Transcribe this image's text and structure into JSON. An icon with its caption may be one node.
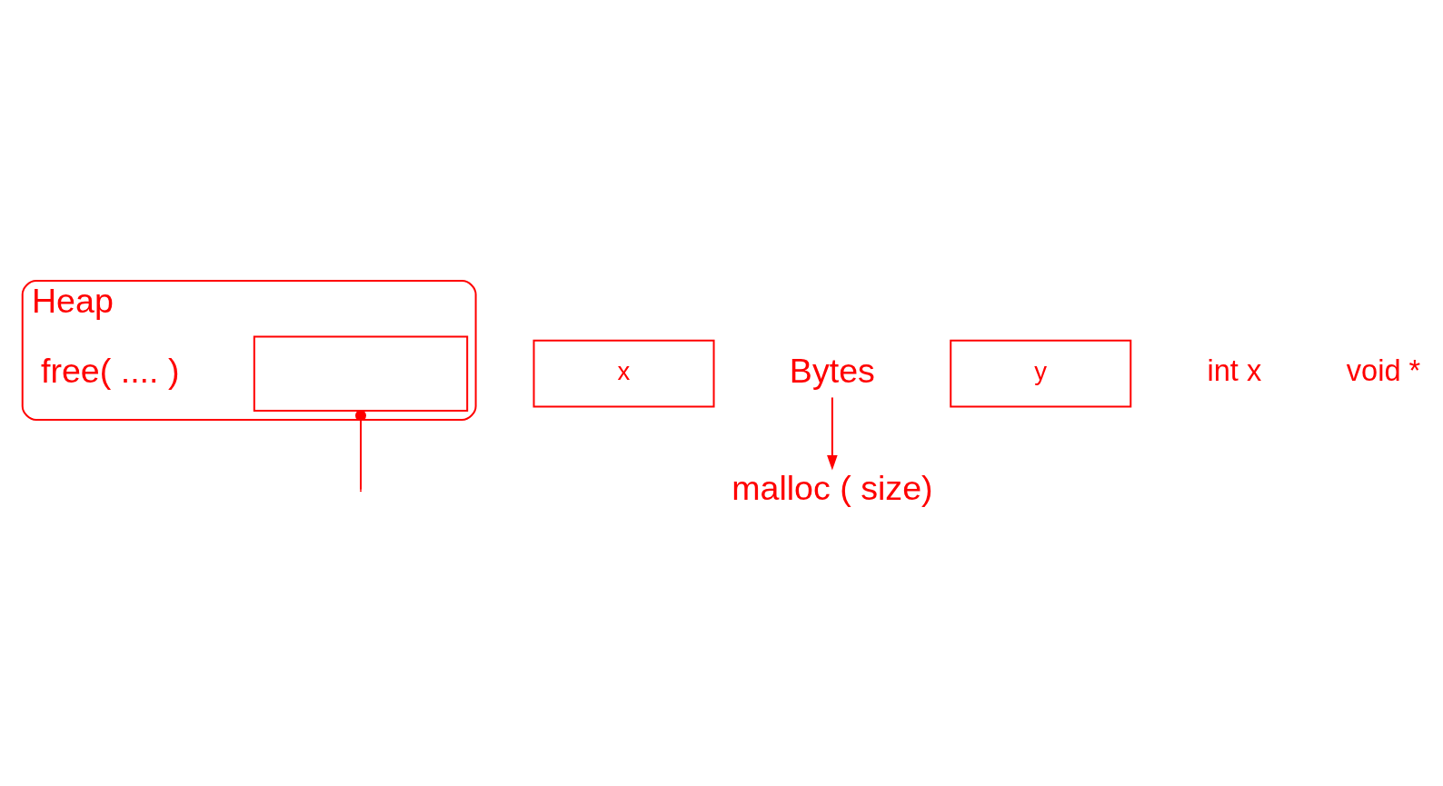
{
  "diagram": {
    "nodes": [
      {
        "text": [
          "Heap"
        ]
      },
      {
        "text": [],
        "shape": "box",
        "in": 0
      },
      {
        "text": [
          "x"
        ]
      },
      {
        "text": [
          "Bytes"
        ]
      },
      {
        "text": [
          "malloc ( size)"
        ]
      },
      {
        "text": [
          "y"
        ]
      }
    ],
    "edges": [
      {
        "from": 3,
        "to": 4,
        "arrow": "to"
      },
      {
        "from": 1,
        "to": null,
        "arrow": "other"
      }
    ],
    "labels": [
      "int x",
      "void *",
      "free( .... )"
    ]
  }
}
